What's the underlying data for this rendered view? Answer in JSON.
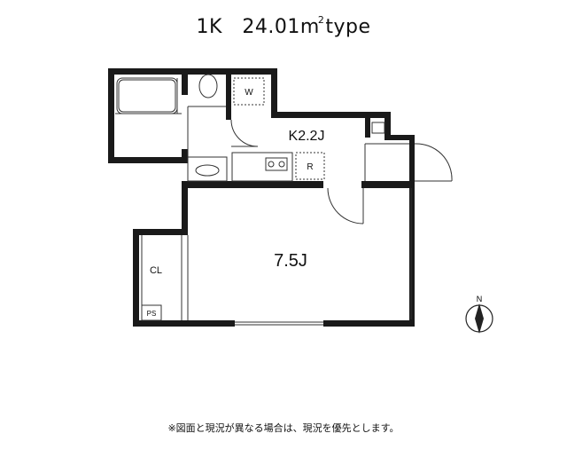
{
  "title": {
    "layout": "1K",
    "area": "24.01",
    "unit_main": "m",
    "unit_sup": "2",
    "suffix": "type"
  },
  "rooms": {
    "kitchen": "K2.2J",
    "main": "7.5J",
    "closet": "CL",
    "washer": "W",
    "fridge": "R",
    "ps": "PS"
  },
  "compass": {
    "label": "N"
  },
  "note": "※図面と現況が異なる場合は、現況を優先とします。"
}
